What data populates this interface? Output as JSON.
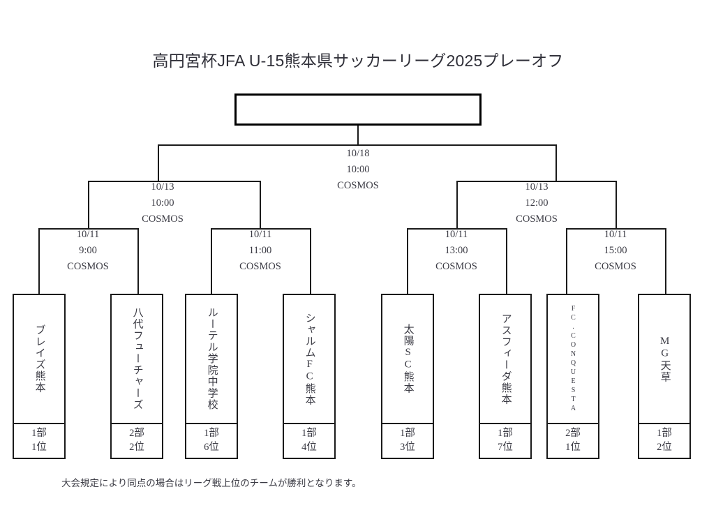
{
  "page": {
    "title": "高円宮杯JFA U-15熊本県サッカーリーグ2025プレーオフ",
    "footer_note": "大会規定により同点の場合はリーグ戦上位のチームが勝利となります。",
    "background_color": "#ffffff",
    "line_color": "#1a1a1a",
    "text_color": "#3b3b44"
  },
  "champion": {
    "label": ""
  },
  "matches": {
    "final": {
      "name": "final",
      "date": "10/18",
      "time": "10:00",
      "venue": "COSMOS"
    },
    "semifinal_left": {
      "name": "semifinal-left",
      "date": "10/13",
      "time": "10:00",
      "venue": "COSMOS"
    },
    "semifinal_right": {
      "name": "semifinal-right",
      "date": "10/13",
      "time": "12:00",
      "venue": "COSMOS"
    },
    "quarterfinal_1": {
      "name": "quarterfinal-1",
      "date": "10/11",
      "time": "9:00",
      "venue": "COSMOS"
    },
    "quarterfinal_2": {
      "name": "quarterfinal-2",
      "date": "10/11",
      "time": "11:00",
      "venue": "COSMOS"
    },
    "quarterfinal_3": {
      "name": "quarterfinal-3",
      "date": "10/11",
      "time": "13:00",
      "venue": "COSMOS"
    },
    "quarterfinal_4": {
      "name": "quarterfinal-4",
      "date": "10/11",
      "time": "15:00",
      "venue": "COSMOS"
    }
  },
  "teams": [
    {
      "name": "ブレイズ熊本",
      "division": "1部",
      "rank": "1位"
    },
    {
      "name": "八代フューチャーズ",
      "division": "2部",
      "rank": "2位"
    },
    {
      "name": "ルーテル学院中学校",
      "division": "1部",
      "rank": "6位"
    },
    {
      "name": "シャルムFC熊本",
      "division": "1部",
      "rank": "4位"
    },
    {
      "name": "太陽SC熊本",
      "division": "1部",
      "rank": "3位"
    },
    {
      "name": "アスフィーダ熊本",
      "division": "1部",
      "rank": "7位"
    },
    {
      "name": "FC.CONQUESTA",
      "division": "2部",
      "rank": "1位"
    },
    {
      "name": "MG天草",
      "division": "1部",
      "rank": "2位"
    }
  ]
}
